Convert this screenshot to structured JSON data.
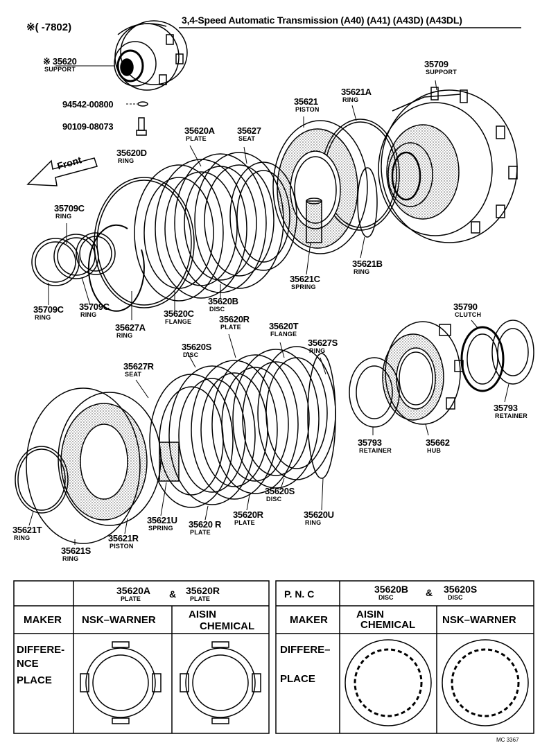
{
  "header": {
    "code": "※(      -7802)",
    "title": "3,4-Speed Automatic Transmission (A40) (A41) (A43D) (A43DL)"
  },
  "front_label": "Front",
  "parts": [
    {
      "id": "p35620-support",
      "pn": "※ 35620",
      "name": "SUPPORT"
    },
    {
      "id": "p94542",
      "pn": "94542-00800",
      "name": ""
    },
    {
      "id": "p90109",
      "pn": "90109-08073",
      "name": ""
    },
    {
      "id": "p35709",
      "pn": "35709",
      "name": "SUPPORT"
    },
    {
      "id": "p35621",
      "pn": "35621",
      "name": "PISTON"
    },
    {
      "id": "p35621A",
      "pn": "35621A",
      "name": "RING"
    },
    {
      "id": "p35620A",
      "pn": "35620A",
      "name": "PLATE"
    },
    {
      "id": "p35627",
      "pn": "35627",
      "name": "SEAT"
    },
    {
      "id": "p35620D",
      "pn": "35620D",
      "name": "RING"
    },
    {
      "id": "p35709C-top",
      "pn": "35709C",
      "name": "RING"
    },
    {
      "id": "p35709C-l",
      "pn": "35709C",
      "name": "RING"
    },
    {
      "id": "p35709C-m",
      "pn": "35709C",
      "name": "RING"
    },
    {
      "id": "p35627A",
      "pn": "35627A",
      "name": "RING"
    },
    {
      "id": "p35620C",
      "pn": "35620C",
      "name": "FLANGE"
    },
    {
      "id": "p35620B",
      "pn": "35620B",
      "name": "DISC"
    },
    {
      "id": "p35621C",
      "pn": "35621C",
      "name": "SPRING"
    },
    {
      "id": "p35621B",
      "pn": "35621B",
      "name": "RING"
    },
    {
      "id": "p35620R-top",
      "pn": "35620R",
      "name": "PLATE"
    },
    {
      "id": "p35620T",
      "pn": "35620T",
      "name": "FLANGE"
    },
    {
      "id": "p35627S",
      "pn": "35627S",
      "name": "RING"
    },
    {
      "id": "p35620S-top",
      "pn": "35620S",
      "name": "DISC"
    },
    {
      "id": "p35627R",
      "pn": "35627R",
      "name": "SEAT"
    },
    {
      "id": "p35790",
      "pn": "35790",
      "name": "CLUTCH"
    },
    {
      "id": "p35793-r",
      "pn": "35793",
      "name": "RETAINER"
    },
    {
      "id": "p35793-l",
      "pn": "35793",
      "name": "RETAINER"
    },
    {
      "id": "p35662",
      "pn": "35662",
      "name": "HUB"
    },
    {
      "id": "p35620S-b",
      "pn": "35620S",
      "name": "DISC"
    },
    {
      "id": "p35620U",
      "pn": "35620U",
      "name": "RING"
    },
    {
      "id": "p35620R-b1",
      "pn": "35620R",
      "name": "PLATE"
    },
    {
      "id": "p35620R-b2",
      "pn": "35620 R",
      "name": "PLATE"
    },
    {
      "id": "p35621U",
      "pn": "35621U",
      "name": "SPRING"
    },
    {
      "id": "p35621R",
      "pn": "35621R",
      "name": "PISTON"
    },
    {
      "id": "p35621T",
      "pn": "35621T",
      "name": "RING"
    },
    {
      "id": "p35621S",
      "pn": "35621S",
      "name": "RING"
    }
  ],
  "table_left": {
    "pnc_a": "35620A",
    "pnc_a_name": "PLATE",
    "amp": "&",
    "pnc_b": "35620R",
    "pnc_b_name": "PLATE",
    "maker_label": "MAKER",
    "maker1": "NSK–WARNER",
    "maker2_l1": "AISIN",
    "maker2_l2": "CHEMICAL",
    "diff_l1": "DIFFERE-",
    "diff_l2": "NCE",
    "diff_l3": "PLACE"
  },
  "table_right": {
    "pnc_label": "P. N. C",
    "pnc_a": "35620B",
    "pnc_a_name": "DISC",
    "amp": "&",
    "pnc_b": "35620S",
    "pnc_b_name": "DISC",
    "maker_label": "MAKER",
    "maker1_l1": "AISIN",
    "maker1_l2": "CHEMICAL",
    "maker2": "NSK–WARNER",
    "diff_l1": "DIFFERE–",
    "diff_l2": "PLACE"
  },
  "footer_code": "MC 3367"
}
